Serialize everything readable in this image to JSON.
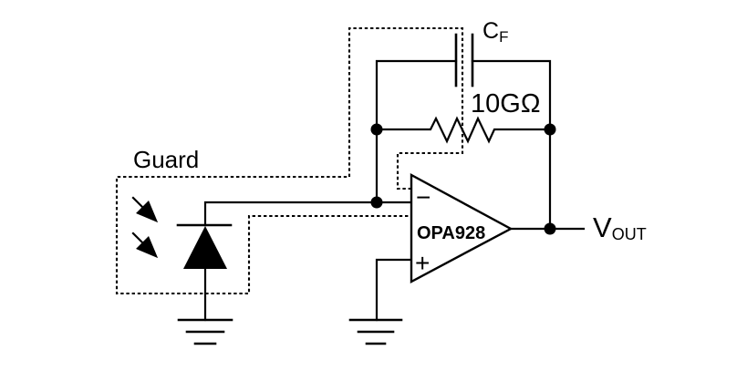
{
  "figure": {
    "colors": {
      "line": "#000000",
      "background": "#ffffff"
    },
    "labels": {
      "guard": "Guard",
      "capacitor_main": "C",
      "capacitor_sub": "F",
      "resistor_value": "10GΩ",
      "opamp_part": "OPA928",
      "inverting_pin": "−",
      "noninverting_pin": "+",
      "vout_main": "V",
      "vout_sub": "OUT"
    }
  }
}
